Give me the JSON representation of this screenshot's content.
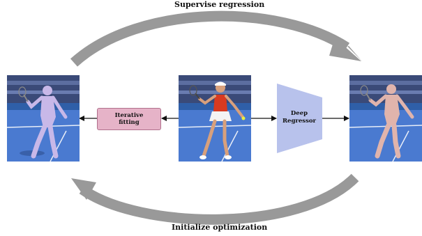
{
  "arrows": {
    "top_label": "Supervise regression",
    "bottom_label": "Initialize optimization"
  },
  "fitting": {
    "line1": "Iterative",
    "line2": "fitting"
  },
  "regressor": {
    "line1": "Deep",
    "line2": "Regressor"
  },
  "colors": {
    "fit_box": "#e6b3c8",
    "regressor_trapezoid": "#b8c2ec",
    "curved_arrows": "#999999",
    "court": "#4a7ad0",
    "left_mesh": "#c8b8e8",
    "right_mesh": "#e0b4ac"
  },
  "icons": {
    "left_photo": "tennis-player-fitted-mesh",
    "center_photo": "tennis-player-input-image",
    "right_photo": "tennis-player-regressed-mesh"
  }
}
